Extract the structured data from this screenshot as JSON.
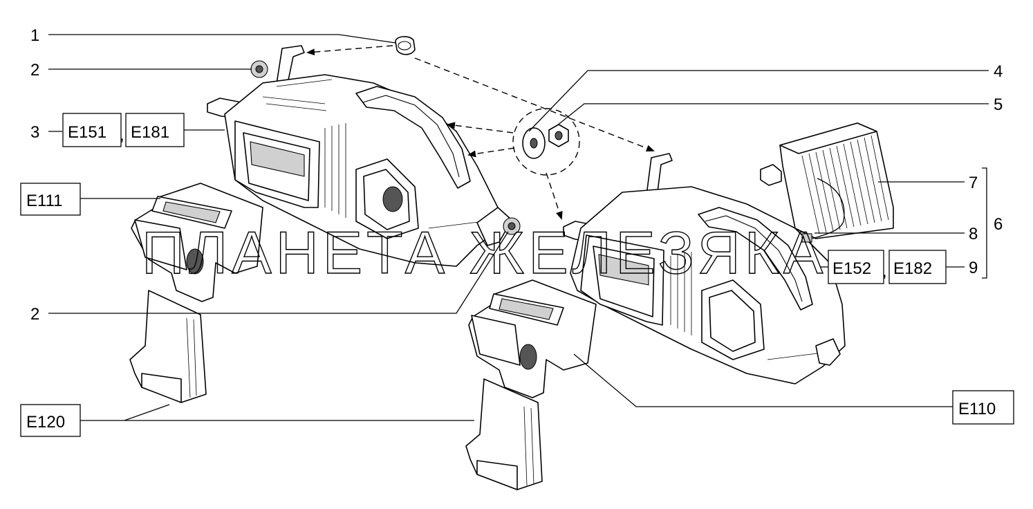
{
  "callouts": {
    "n1": "1",
    "n2_top": "2",
    "n2_bottom": "2",
    "n3": "3",
    "n4": "4",
    "n5": "5",
    "n6": "6",
    "n7": "7",
    "n8": "8",
    "n9": "9"
  },
  "refs": {
    "e151": "E151",
    "comma1": ",",
    "e181": "E181",
    "e111": "E111",
    "e120": "E120",
    "e152": "E152",
    "comma2": ",",
    "e182": "E182",
    "e110": "E110"
  },
  "watermark": "ПЛАНЕТА ЖЕЛЕЗЯКА"
}
